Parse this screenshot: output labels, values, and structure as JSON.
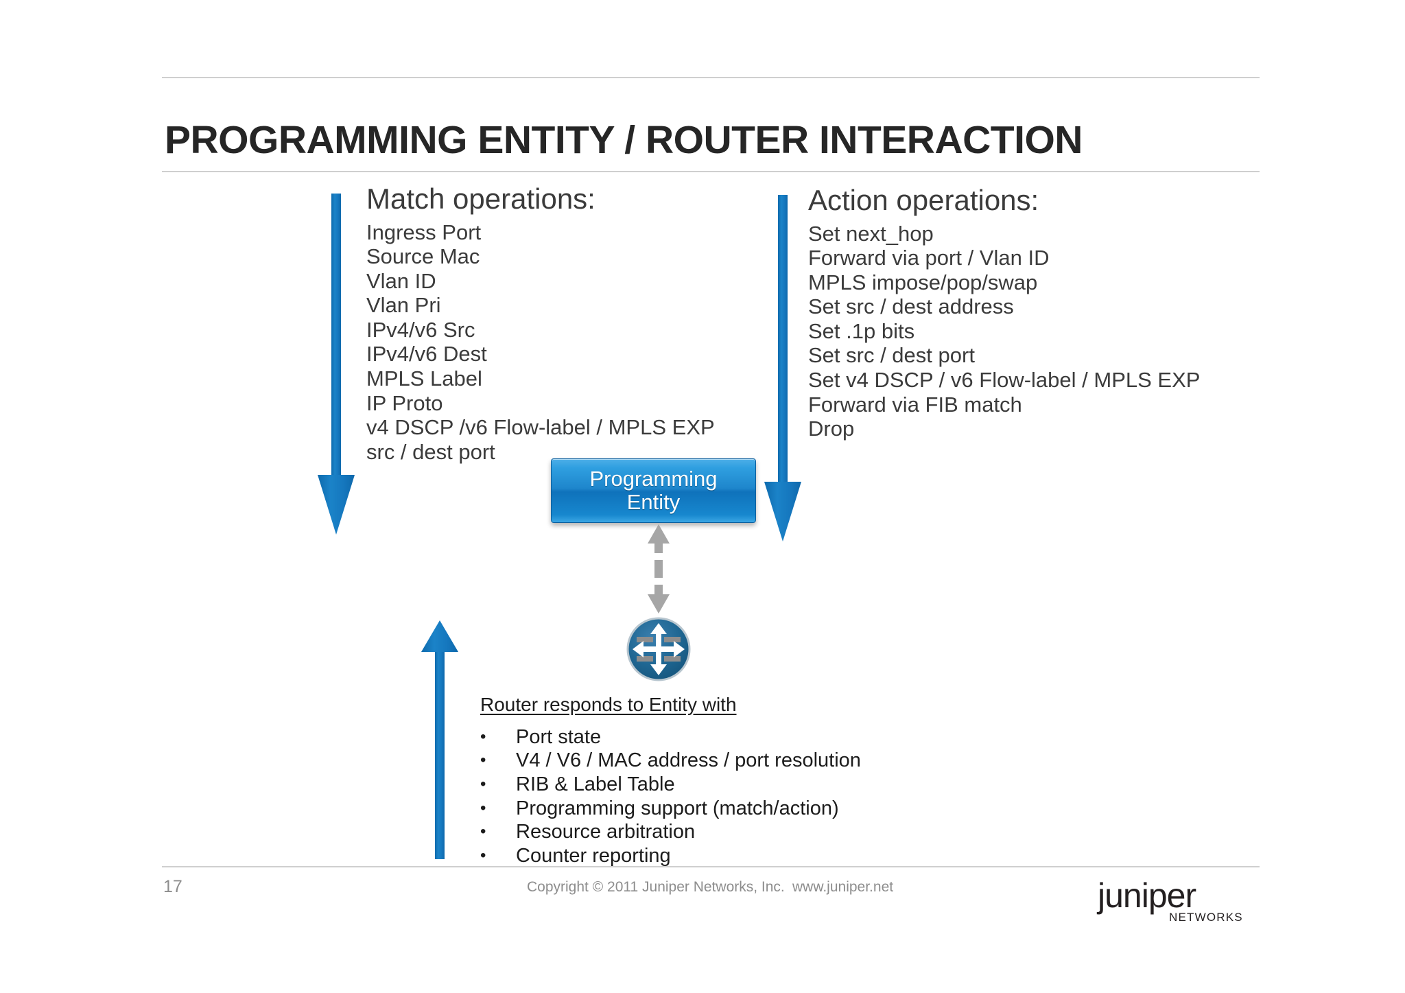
{
  "slide": {
    "title": "PROGRAMMING ENTITY / ROUTER INTERACTION",
    "number": "17"
  },
  "match": {
    "heading": "Match operations:",
    "items": [
      "Ingress Port",
      "Source Mac",
      "Vlan ID",
      "Vlan Pri",
      "IPv4/v6 Src",
      "IPv4/v6 Dest",
      "MPLS Label",
      "IP Proto",
      "v4 DSCP /v6 Flow-label / MPLS EXP",
      "src / dest port"
    ]
  },
  "action": {
    "heading": "Action operations:",
    "items": [
      "Set next_hop",
      "Forward via port / Vlan ID",
      "MPLS impose/pop/swap",
      "Set src / dest address",
      "Set .1p bits",
      "Set src / dest port",
      "Set v4 DSCP / v6 Flow-label / MPLS EXP",
      "Forward via FIB match",
      "Drop"
    ]
  },
  "entity": {
    "label": "Programming\nEntity"
  },
  "router_icon": {
    "name": "router-icon"
  },
  "responds": {
    "heading": "Router responds to Entity with ",
    "bullet_char": "•",
    "items": [
      "Port state",
      "V4 / V6 / MAC address / port resolution",
      "RIB & Label Table",
      "Programming support (match/action)",
      "Resource arbitration",
      "Counter reporting"
    ]
  },
  "footer": {
    "copyright": "Copyright © 2011 Juniper Networks, Inc.",
    "url": "www.juniper.net",
    "logo_wordmark": "juniper",
    "logo_subtext": "NETWORKS"
  },
  "colors": {
    "arrow_blue": "#1577be",
    "entity_blue": "#1e86cc",
    "router_blue": "#1b5e8c",
    "dashed_gray": "#a6a6a6",
    "text_dark": "#3b3b3b",
    "footer_gray": "#8d8d8d",
    "rule_gray": "#cfcfcf"
  }
}
